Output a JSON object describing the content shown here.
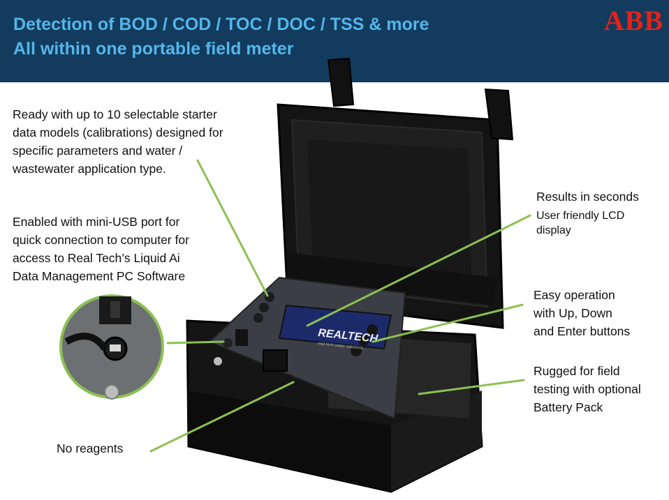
{
  "header": {
    "title_line1": "Detection of BOD / COD / TOC / DOC / TSS & more",
    "title_line2": "All within one portable field meter",
    "logo": "ABB"
  },
  "callouts": {
    "calibrations": [
      "Ready with up to 10 selectable starter",
      "data models (calibrations) designed for",
      "specific parameters and water /",
      "wastewater application type."
    ],
    "usb": [
      "Enabled with mini-USB port for",
      "quick connection to computer for",
      "access to Real Tech’s Liquid Ai",
      "Data Management PC Software"
    ],
    "results_title": "Results in seconds",
    "results_sub": [
      "User friendly LCD",
      "display"
    ],
    "operation": [
      "Easy operation",
      "with Up, Down",
      "and Enter buttons"
    ],
    "rugged": [
      "Rugged for field",
      "testing with optional",
      "Battery Pack"
    ],
    "reagents": "No reagents"
  },
  "device": {
    "brand": "REALTECH",
    "tagline": "real tech water solutions"
  },
  "colors": {
    "header_bg": "#123b5e",
    "title_text": "#55b6ea",
    "logo_red": "#e2231a",
    "leader_green": "#8cc152"
  }
}
